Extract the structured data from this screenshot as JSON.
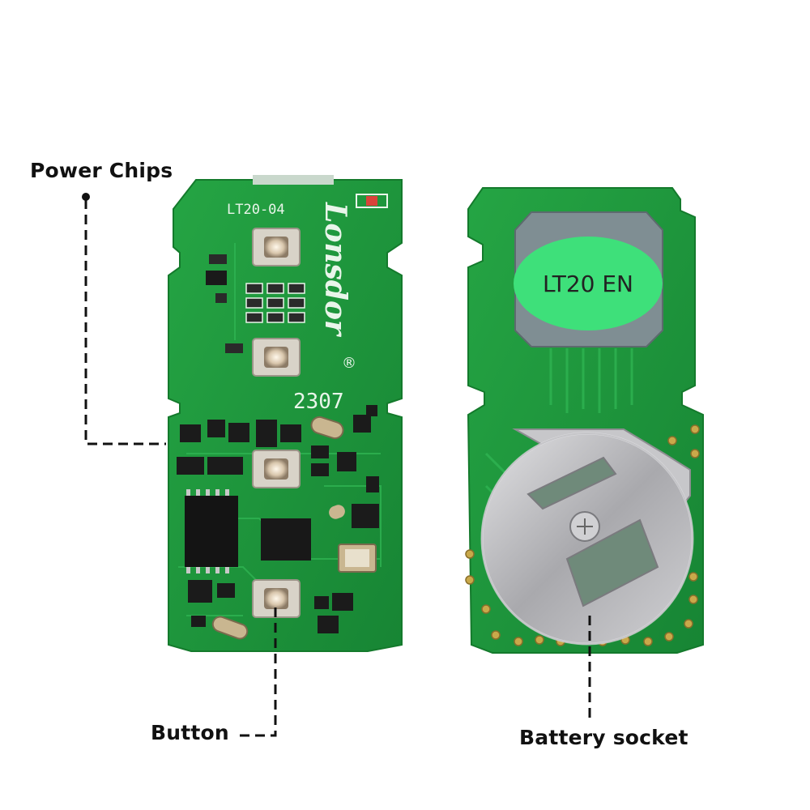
{
  "callouts": {
    "power_chips": "Power Chips",
    "button": "Button",
    "battery_socket": "Battery socket"
  },
  "front_board": {
    "model_silk": "LT20-04",
    "brand_silk": "Lonsdor",
    "registered_mark": "®",
    "date_code": "2307"
  },
  "back_board": {
    "sticker_text": "LT20 EN"
  },
  "colors": {
    "pcb_green": "#1f9a3c",
    "pcb_dark": "#177a2e",
    "silk": "#e9f5ea",
    "label_green": "#3ee07a",
    "battery_clip": "#bfbfc2"
  }
}
